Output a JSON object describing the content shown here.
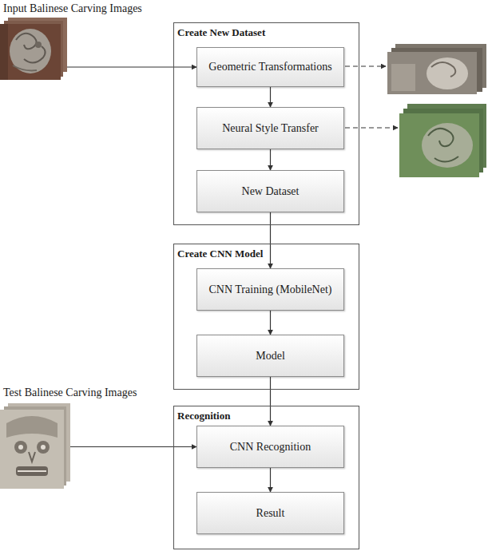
{
  "diagram": {
    "nodes": [
      {
        "text": [
          "Input Balinese Carving Images"
        ]
      },
      {
        "text": [
          "Create New Dataset"
        ]
      },
      {
        "text": [
          "Geometric Transformations"
        ],
        "in": 1
      },
      {
        "text": [
          "Neural Style Transfer"
        ],
        "in": 1
      },
      {
        "text": [
          "New Dataset"
        ],
        "in": 1
      },
      {
        "text": [
          "Create CNN Model"
        ]
      },
      {
        "text": [
          "CNN Training (MobileNet)"
        ],
        "in": 5
      },
      {
        "text": [
          "Model"
        ],
        "in": 5
      },
      {
        "text": [
          "Test Balinese Carving Images"
        ]
      },
      {
        "text": [
          "Recognition"
        ]
      },
      {
        "text": [
          "CNN Recognition"
        ],
        "in": 9
      },
      {
        "text": [
          "Result"
        ],
        "in": 9
      }
    ],
    "edges": [
      {
        "from": 0,
        "to": 2,
        "arrow": "to"
      },
      {
        "from": 2,
        "to": 3,
        "arrow": "to"
      },
      {
        "from": 3,
        "to": 4,
        "arrow": "to"
      },
      {
        "from": 4,
        "to": 6,
        "arrow": "to"
      },
      {
        "from": 6,
        "to": 7,
        "arrow": "to"
      },
      {
        "from": 7,
        "to": 10,
        "arrow": "to"
      },
      {
        "from": 8,
        "to": 10,
        "arrow": "to"
      },
      {
        "from": 10,
        "to": 11,
        "arrow": "to"
      }
    ]
  }
}
